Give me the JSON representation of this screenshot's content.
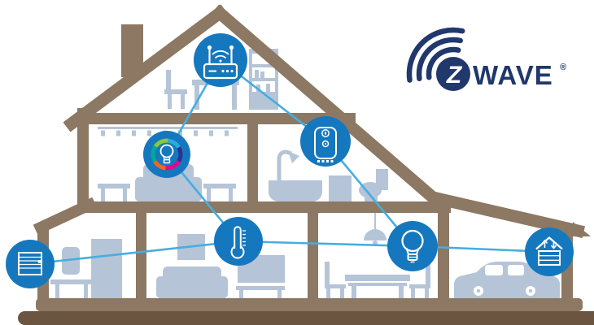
{
  "illustration": {
    "title": "Z-Wave smart home mesh network cutaway house",
    "background": "#ffffff"
  },
  "logo": {
    "z_letter": "Z",
    "wordmark": "WAVE",
    "registered_mark": "®",
    "color": "#20386B",
    "wave_arcs": 3
  },
  "palette": {
    "walls_roof": "#8C7863",
    "ground": "#6B5540",
    "furniture": "#B6C4D8",
    "device_circle": "#1578BE",
    "connection_line": "#47ADE0",
    "rgb_ring": [
      "#00A79D",
      "#8DC63F",
      "#27AAE1",
      "#2E3192",
      "#92278F",
      "#EC008C",
      "#F26522"
    ]
  },
  "network": {
    "devices": [
      {
        "id": "router",
        "icon": "wifi-router-icon",
        "room": "attic"
      },
      {
        "id": "rgb-smart-bulb",
        "icon": "rgb-bulb-icon",
        "room": "upstairs-living-room"
      },
      {
        "id": "water-heater",
        "icon": "water-heater-icon",
        "room": "bathroom"
      },
      {
        "id": "thermostat",
        "icon": "thermometer-icon",
        "room": "downstairs-living-room"
      },
      {
        "id": "smart-bulb",
        "icon": "light-bulb-icon",
        "room": "dining-room"
      },
      {
        "id": "garage-door-opener",
        "icon": "garage-door-icon",
        "room": "garage"
      },
      {
        "id": "window-blinds",
        "icon": "blinds-icon",
        "room": "exterior-left-wall"
      }
    ],
    "connections": [
      [
        "router",
        "rgb-smart-bulb"
      ],
      [
        "router",
        "water-heater"
      ],
      [
        "water-heater",
        "smart-bulb"
      ],
      [
        "rgb-smart-bulb",
        "thermostat"
      ],
      [
        "thermostat",
        "window-blinds"
      ],
      [
        "thermostat",
        "smart-bulb"
      ],
      [
        "smart-bulb",
        "garage-door-opener"
      ]
    ]
  },
  "rooms": [
    {
      "name": "attic",
      "furniture": [
        "desk",
        "computer-monitor",
        "chair",
        "bookshelf"
      ]
    },
    {
      "name": "upstairs-living-room",
      "furniture": [
        "track-lighting",
        "sofa",
        "side-table",
        "side-table"
      ]
    },
    {
      "name": "bathroom",
      "furniture": [
        "bathtub",
        "shower",
        "cabinet",
        "toilet"
      ]
    },
    {
      "name": "downstairs-left-room",
      "furniture": [
        "wall-cabinet",
        "refrigerator",
        "table"
      ]
    },
    {
      "name": "downstairs-living-room",
      "furniture": [
        "picture",
        "sofa",
        "tv",
        "tv-stand"
      ]
    },
    {
      "name": "dining-room",
      "furniture": [
        "pendant-lamp",
        "dining-table",
        "chair",
        "chair"
      ]
    },
    {
      "name": "garage",
      "furniture": [
        "car"
      ]
    }
  ]
}
